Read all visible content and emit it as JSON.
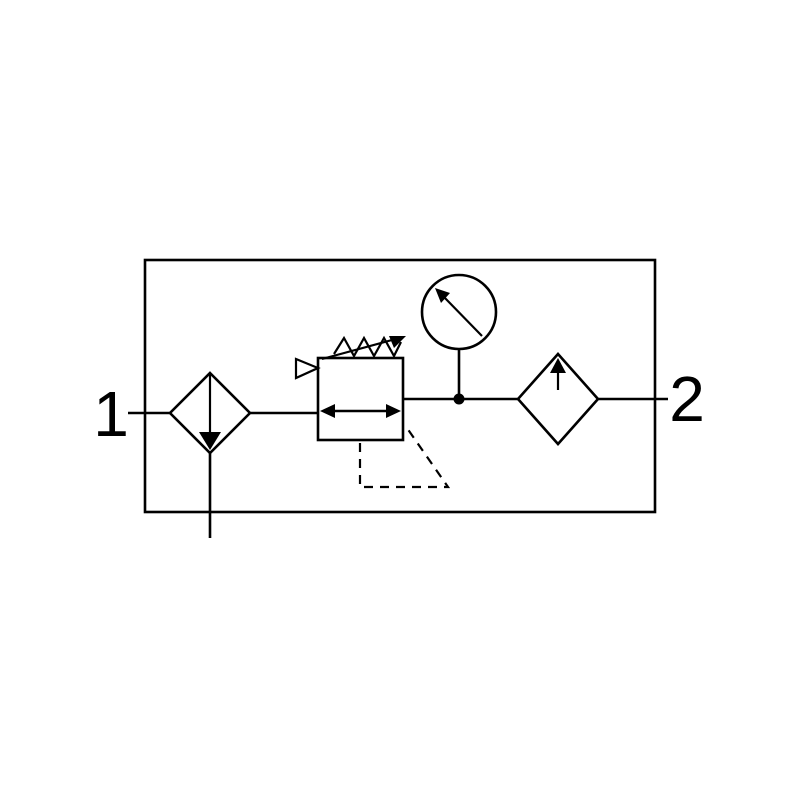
{
  "diagram": {
    "type": "pneumatic-circuit-symbol",
    "description": "Filter-regulator-lubricator service unit with pressure gauge",
    "ports": {
      "inlet_label": "1",
      "outlet_label": "2"
    },
    "components": [
      {
        "name": "filter-water-separator-symbol"
      },
      {
        "name": "pressure-regulator-relieving-symbol"
      },
      {
        "name": "pressure-gauge-symbol"
      },
      {
        "name": "lubricator-symbol"
      }
    ],
    "colors": {
      "line": "#000000",
      "background": "#ffffff"
    }
  }
}
